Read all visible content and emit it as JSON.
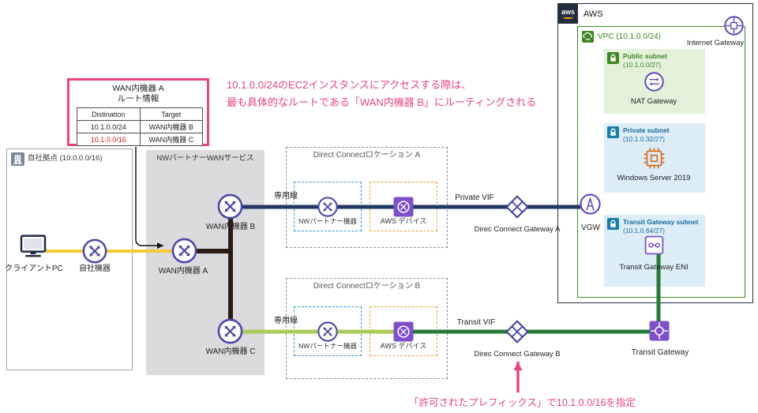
{
  "colors": {
    "pink": "#E8457B",
    "red_route": "#CC2222",
    "yellow_line": "#F5C836",
    "dark_line": "#2B1D16",
    "navy_line": "#1F3864",
    "light_green_line": "#ABCB57",
    "dark_green_line": "#257A36",
    "aws_border": "#232F3E",
    "vpc_green": "#3F8624",
    "subnet_blue_icon": "#1A7EA8",
    "purple_square": "#7D4FC9",
    "router_indigo": "#4B48A8",
    "chip_orange": "#D86613"
  },
  "route_table": {
    "title_line1": "WAN内機器 A",
    "title_line2": "ルート情報",
    "col_destination": "Distination",
    "col_target": "Target",
    "rows": [
      {
        "destination": "10.1.0.0/24",
        "target": "WAN内機器 B"
      },
      {
        "destination": "10.1.0.0/16",
        "target": "WAN内機器 C"
      }
    ]
  },
  "notes": {
    "top_line1": "10.1.0.0/24のEC2インスタンスにアクセスする際は、",
    "top_line2": "最も具体的なルートである「WAN内機器 B」にルーティングされる",
    "bottom": "「許可されたプレフィックス」で10.1.0.0/16を指定"
  },
  "onpremise": {
    "title": "自社拠点 (10.0.0.0/16)",
    "client_pc": "クライアントPC",
    "own_device": "自社機器"
  },
  "wan": {
    "title": "NWパートナーWANサービス",
    "device_b": "WAN内機器 B",
    "device_a": "WAN内機器 A",
    "device_c": "WAN内機器 C"
  },
  "dx_a": {
    "title": "Direct Connectロケーション A",
    "partner": "NWパートナー機器",
    "aws_device": "AWS デバイス",
    "line_label": "専用線",
    "vif": "Private VIF",
    "gateway": "Direc Connect Gateway A"
  },
  "dx_b": {
    "title": "Direct Connectロケーション B",
    "partner": "NWパートナー機器",
    "aws_device": "AWS デバイス",
    "line_label": "専用線",
    "vif": "Transit VIF",
    "gateway": "Direc Connect Gateway B"
  },
  "aws": {
    "title": "AWS",
    "logo_text": "aws",
    "internet_gateway": "Internet Gateway",
    "vgw": "VGW",
    "transit_gateway": "Transit Gateway",
    "vpc": {
      "title": "VPC (10.1.0.0/24)",
      "public_subnet": {
        "name": "Public subnet",
        "cidr": "(10.1.0.0/27)",
        "nat_gateway": "NAT Gateway"
      },
      "private_subnet": {
        "name": "Private subnet",
        "cidr": "(10.1.0.32/27)",
        "server": "Windows Server 2019"
      },
      "tgw_subnet": {
        "name": "Transit Gateway subnet",
        "cidr": "(10.1.0.64/27)",
        "eni": "Transit Gateway ENI"
      }
    }
  }
}
